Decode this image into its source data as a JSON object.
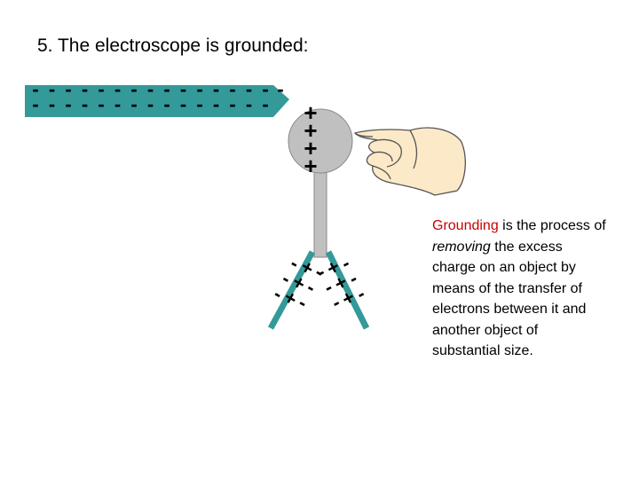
{
  "slide": {
    "title": "5. The electroscope is grounded:"
  },
  "rod": {
    "charge_symbol": "-",
    "row_count": 2,
    "charges_per_row": 15,
    "color": "#339999"
  },
  "electroscope": {
    "bulb_charge_symbol": "+",
    "bulb_charge_count": 4,
    "bulb_color": "#c0c0c0",
    "leaf_color": "#339999",
    "leaf_positive_symbol": "+",
    "leaf_negative_symbol": "-",
    "leaf_charges_per_leaf": 3
  },
  "hand": {
    "icon": "pointing-hand-icon",
    "color": "#fce9c8"
  },
  "definition": {
    "term": "Grounding",
    "part1": " is the process of ",
    "emphasis": "removing",
    "part2": " the excess charge on an object by means of the transfer of electrons between it and another object of substantial size."
  }
}
